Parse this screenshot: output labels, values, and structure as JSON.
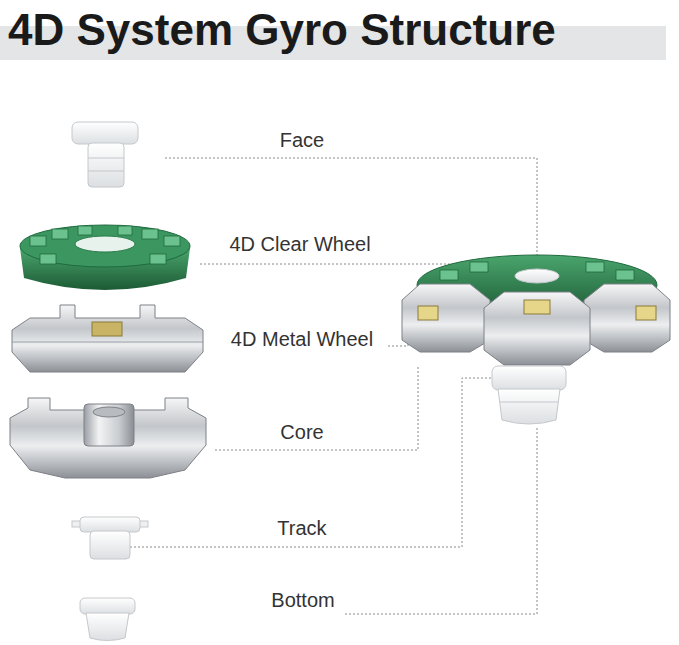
{
  "diagram": {
    "title": "4D System Gyro Structure",
    "labels": [
      "Face",
      "4D Clear Wheel",
      "4D Metal Wheel",
      "Core",
      "Track",
      "Bottom"
    ]
  }
}
